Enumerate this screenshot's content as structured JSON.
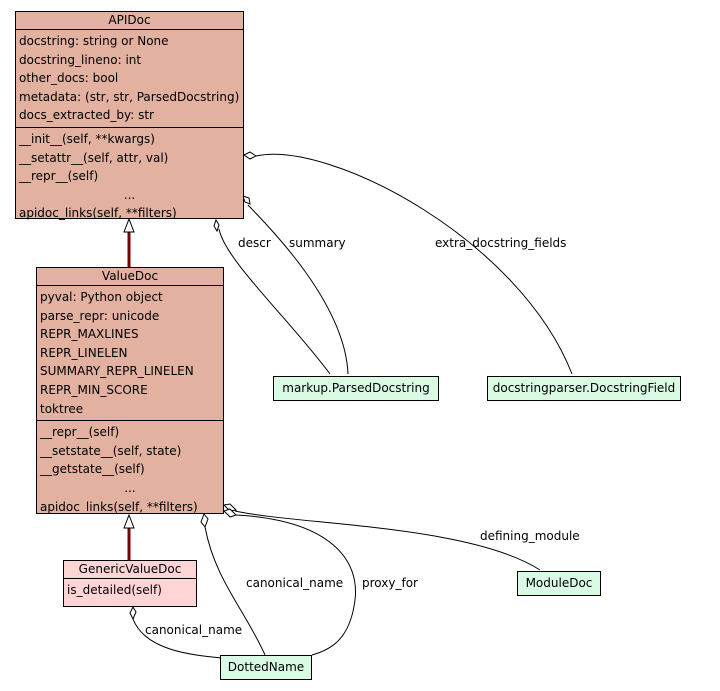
{
  "classes": {
    "apidoc": {
      "name": "APIDoc",
      "attributes": [
        "docstring: string or None",
        "docstring_lineno: int",
        "other_docs: bool",
        "metadata: (str, str, ParsedDocstring)",
        "docs_extracted_by: str"
      ],
      "methods": [
        "__init__(self, **kwargs)",
        "__setattr__(self, attr, val)",
        "__repr__(self)",
        "...",
        "apidoc_links(self, **filters)"
      ]
    },
    "valuedoc": {
      "name": "ValueDoc",
      "attributes": [
        "pyval: Python object",
        "parse_repr: unicode",
        "REPR_MAXLINES",
        "REPR_LINELEN",
        "SUMMARY_REPR_LINELEN",
        "REPR_MIN_SCORE",
        "toktree"
      ],
      "methods": [
        "__repr__(self)",
        "__setstate__(self, state)",
        "__getstate__(self)",
        "...",
        "apidoc_links(self, **filters)"
      ]
    },
    "genericvaluedoc": {
      "name": "GenericValueDoc",
      "methods": [
        "is_detailed(self)"
      ]
    },
    "parseddocstring": {
      "name": "markup.ParsedDocstring"
    },
    "docstringfield": {
      "name": "docstringparser.DocstringField"
    },
    "moduledoc": {
      "name": "ModuleDoc"
    },
    "dottedname": {
      "name": "DottedName"
    }
  },
  "edge_labels": {
    "descr": "descr",
    "summary": "summary",
    "extra_docstring_fields": "extra_docstring_fields",
    "defining_module": "defining_module",
    "canonical_name_valuedoc": "canonical_name",
    "proxy_for": "proxy_for",
    "canonical_name_generic": "canonical_name"
  },
  "colors": {
    "class_fill": "#e2b1a0",
    "generic_fill": "#ffd4d4",
    "leaf_fill": "#d9fbe3",
    "inheritance_line": "#7a0000"
  }
}
